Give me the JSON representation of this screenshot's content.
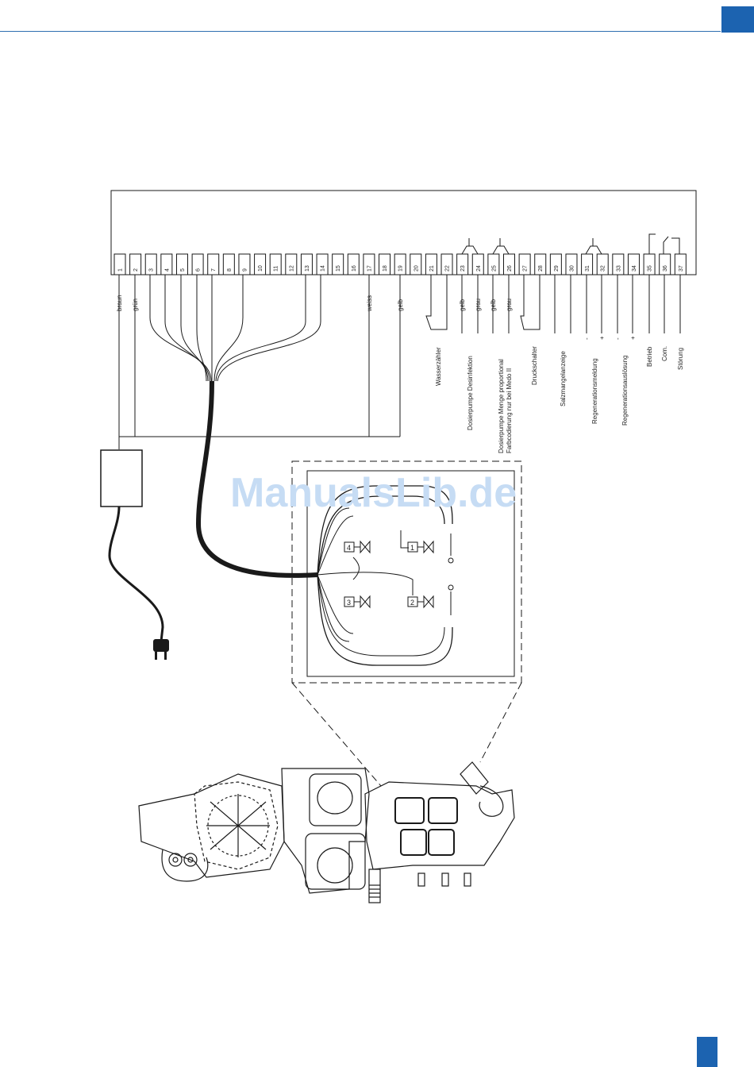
{
  "watermark": "ManualsLib.de",
  "colors": {
    "accent": "#1c63b0",
    "rule": "#2f6fb0",
    "line": "#1a1a1a",
    "watermark": "#c6dcf4"
  },
  "terminals": [
    "1",
    "2",
    "3",
    "4",
    "5",
    "6",
    "7",
    "8",
    "9",
    "10",
    "11",
    "12",
    "13",
    "14",
    "15",
    "16",
    "17",
    "18",
    "19",
    "20",
    "21",
    "22",
    "23",
    "24",
    "25",
    "26",
    "27",
    "28",
    "29",
    "30",
    "31",
    "32",
    "33",
    "34",
    "35",
    "36",
    "37"
  ],
  "wire_colors": [
    {
      "terminal": 1,
      "label": "braun"
    },
    {
      "terminal": 2,
      "label": "grün"
    },
    {
      "terminal": 17,
      "label": "weiss"
    },
    {
      "terminal": 19,
      "label": "gelb"
    },
    {
      "terminal": 23,
      "label": "gelb"
    },
    {
      "terminal": 24,
      "label": "grau"
    },
    {
      "terminal": 25,
      "label": "gelb"
    },
    {
      "terminal": 26,
      "label": "grau"
    }
  ],
  "functions": [
    {
      "id": "wasserzaehler",
      "lines": [
        "Wasserzähler"
      ]
    },
    {
      "id": "dosierpumpe-desinfektion",
      "lines": [
        "Dosierpumpe Desinfektion"
      ]
    },
    {
      "id": "dosierpumpe-menge",
      "lines": [
        "Dosierpumpe Menge proportional",
        "Farbcodierung nur bei Medo II"
      ]
    },
    {
      "id": "druckschalter",
      "lines": [
        "Druckschalter"
      ]
    },
    {
      "id": "salzmangelanzeige",
      "lines": [
        "Salzmangelanzeige"
      ]
    },
    {
      "id": "regenerationsmeldung",
      "lines": [
        "Regenerationsmeldung"
      ]
    },
    {
      "id": "regenerationsausloesung",
      "lines": [
        "Regenerationsauslösung"
      ]
    },
    {
      "id": "betrieb",
      "lines": [
        "Betrieb"
      ]
    },
    {
      "id": "com",
      "lines": [
        "Com."
      ]
    },
    {
      "id": "stoerung",
      "lines": [
        "Störung"
      ]
    }
  ],
  "polarity": [
    {
      "terminal": 31,
      "sign": "-"
    },
    {
      "terminal": 32,
      "sign": "+"
    },
    {
      "terminal": 33,
      "sign": "-"
    },
    {
      "terminal": 34,
      "sign": "+"
    }
  ],
  "valves": [
    {
      "number": "1"
    },
    {
      "number": "2"
    },
    {
      "number": "3"
    },
    {
      "number": "4"
    }
  ]
}
